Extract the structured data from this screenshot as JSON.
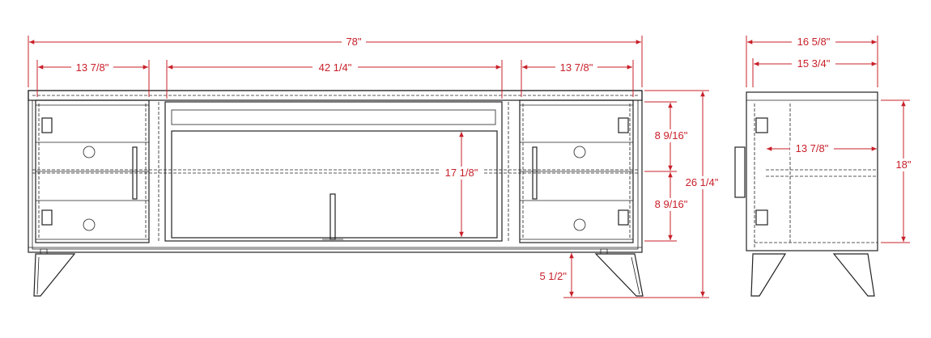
{
  "colors": {
    "dimension": "#c8202a",
    "outline": "#222222",
    "background": "#ffffff"
  },
  "dimensions": {
    "overall_width": "78\"",
    "left_door_width": "13 7/8\"",
    "center_opening_width": "42 1/4\"",
    "right_door_width": "13 7/8\"",
    "upper_shelf_height": "8 9/16\"",
    "lower_shelf_height": "8 9/16\"",
    "opening_height": "17 1/8\"",
    "overall_height": "26 1/4\"",
    "leg_height": "5 1/2\"",
    "side_overall_depth": "16 5/8\"",
    "side_inner_depth": "15 3/4\"",
    "side_shelf_depth": "13 7/8\"",
    "side_interior_height": "18\""
  }
}
